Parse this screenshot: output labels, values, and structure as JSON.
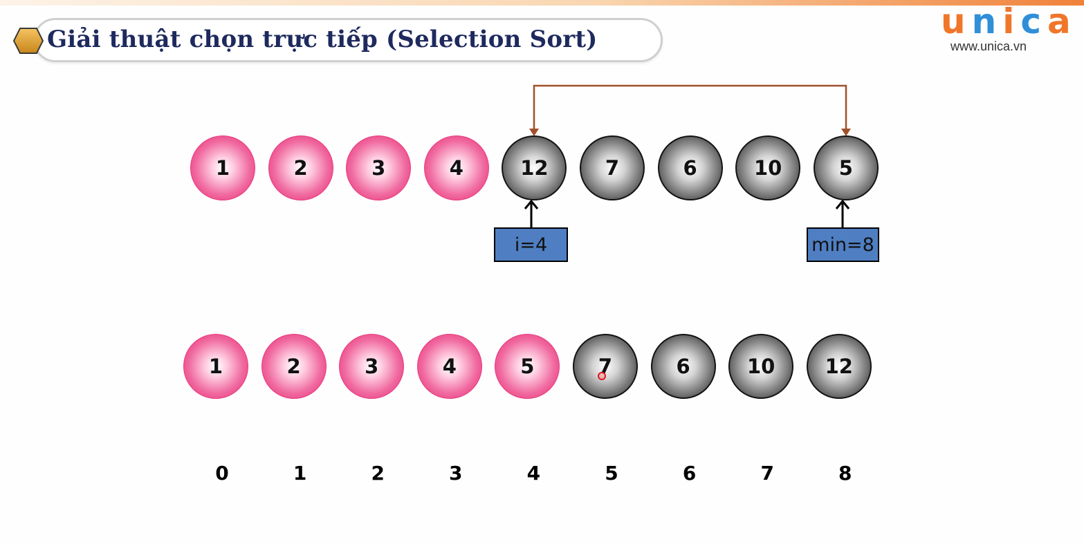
{
  "header": {
    "title": "Giải thuật chọn trực tiếp (Selection Sort)"
  },
  "logo": {
    "brand": "unica",
    "url": "www.unica.vn",
    "colors": {
      "orange": "#f0762a",
      "blue": "#2f8fd8"
    }
  },
  "colors": {
    "sorted": "#e8246e",
    "unsorted": "#1a1a1a",
    "swap_arrow": "#a0502a",
    "pointer_box": "#4f7fc2"
  },
  "before": {
    "values": [
      "1",
      "2",
      "3",
      "4",
      "12",
      "7",
      "6",
      "10",
      "5"
    ],
    "sorted_count": 4
  },
  "after": {
    "values": [
      "1",
      "2",
      "3",
      "4",
      "5",
      "7",
      "6",
      "10",
      "12"
    ],
    "sorted_count": 5
  },
  "pointers": {
    "i_label": "i=4",
    "i_index": 4,
    "min_label": "min=8",
    "min_index": 8
  },
  "indices": [
    "0",
    "1",
    "2",
    "3",
    "4",
    "5",
    "6",
    "7",
    "8"
  ]
}
